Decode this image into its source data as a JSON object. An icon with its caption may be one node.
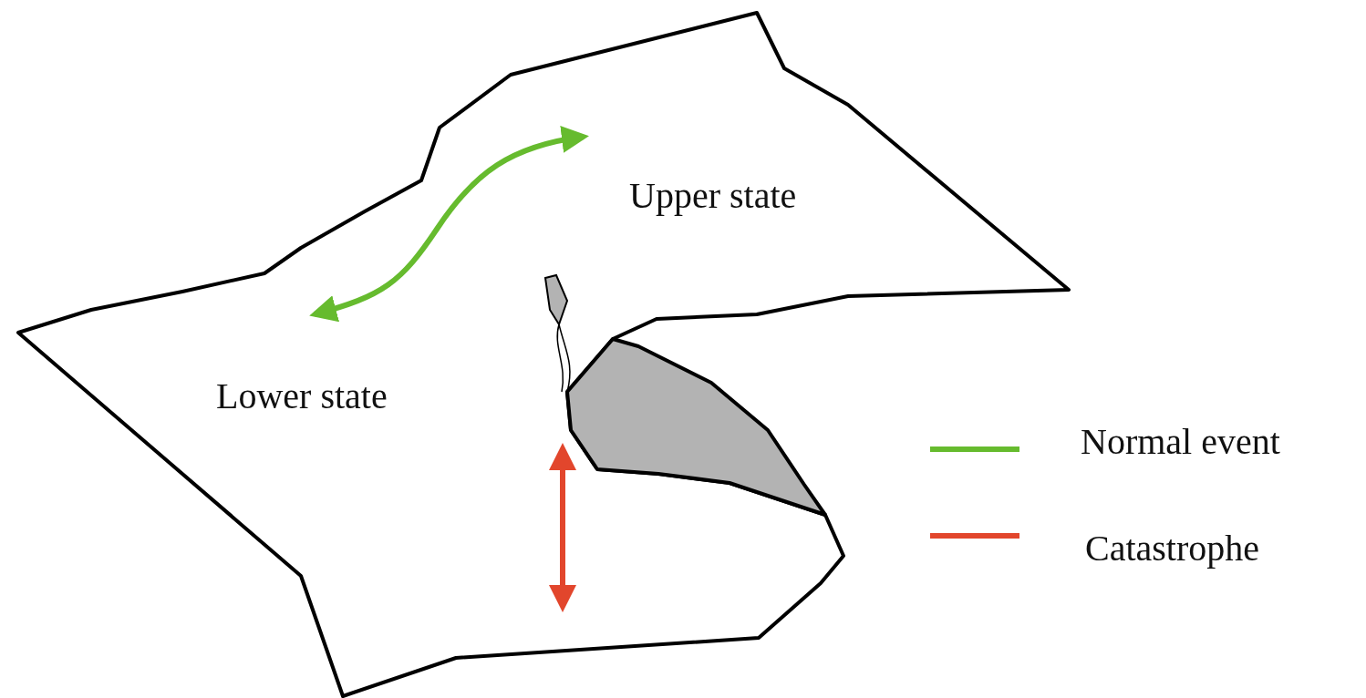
{
  "diagram": {
    "labels": [
      "Upper state",
      "Lower state"
    ],
    "legend": [
      {
        "text": "Normal event",
        "color": "#66bb2e"
      },
      {
        "text": "Catastrophe",
        "color": "#e2462c"
      }
    ]
  }
}
